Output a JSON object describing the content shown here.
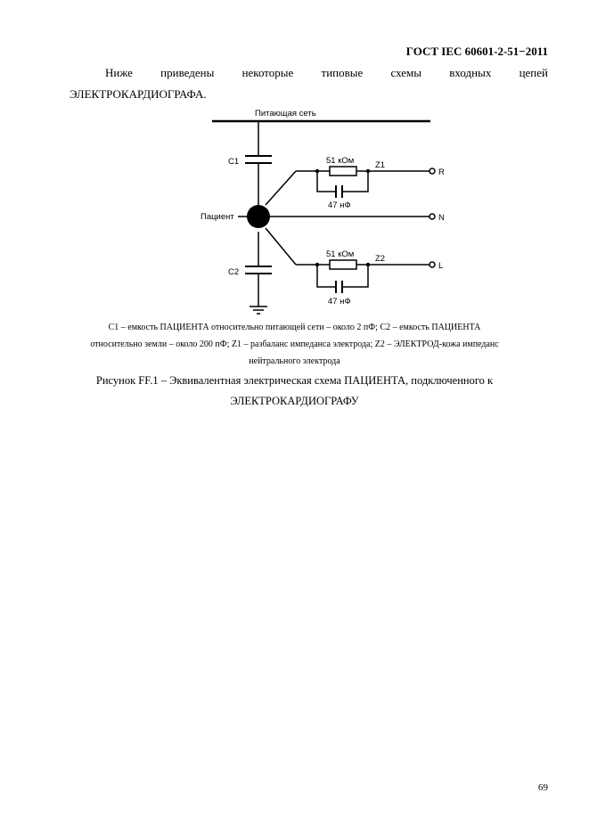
{
  "header": {
    "standard_id": "ГОСТ IEC 60601-2-51−2011"
  },
  "intro": {
    "line1_words": [
      "Ниже",
      "приведены",
      "некоторые",
      "типовые",
      "схемы",
      "входных",
      "цепей"
    ],
    "line2": "ЭЛЕКТРОКАРДИОГРАФА."
  },
  "diagram": {
    "mains_label": "Питающая сеть",
    "c1_label": "С1",
    "c2_label": "С2",
    "patient_label": "Пациент",
    "resistor_top_label": "51 кОм",
    "capacitor_top_label": "47 нФ",
    "z1_label": "Z1",
    "resistor_bottom_label": "51 кОм",
    "capacitor_bottom_label": "47 нФ",
    "z2_label": "Z2",
    "terminal_r": "R",
    "terminal_n": "N",
    "terminal_l": "L"
  },
  "legend": {
    "line1": "С1 – емкость ПАЦИЕНТА относительно питающей сети – около 2 пФ;  С2 – емкость ПАЦИЕНТА",
    "line2": "относительно земли – около 200 пФ;  Z1 – разбаланс импеданса электрода;  Z2 – ЭЛЕКТРОД-кожа импеданс",
    "line3": "нейтрального электрода"
  },
  "caption": {
    "line1": "Рисунок FF.1 – Эквивалентная электрическая схема ПАЦИЕНТА, подключенного к",
    "line2": "ЭЛЕКТРОКАРДИОГРАФУ"
  },
  "footer": {
    "page_number": "69"
  }
}
